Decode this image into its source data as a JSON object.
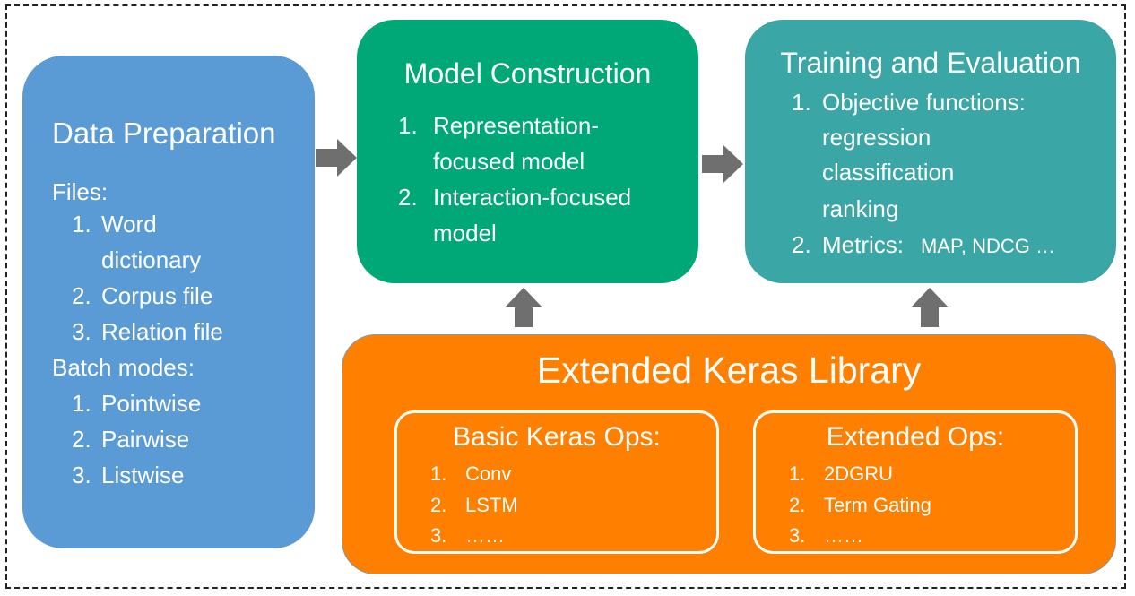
{
  "data_preparation": {
    "title": "Data Preparation",
    "files_label": "Files:",
    "files": [
      {
        "num": "1.",
        "lines": [
          "Word",
          "dictionary"
        ]
      },
      {
        "num": "2.",
        "lines": [
          "Corpus file"
        ]
      },
      {
        "num": "3.",
        "lines": [
          "Relation file"
        ]
      }
    ],
    "batch_label": "Batch modes:",
    "batch_modes": [
      {
        "num": "1.",
        "text": "Pointwise"
      },
      {
        "num": "2.",
        "text": "Pairwise"
      },
      {
        "num": "3.",
        "text": "Listwise"
      }
    ]
  },
  "model_construction": {
    "title": "Model Construction",
    "items": [
      {
        "num": "1.",
        "lines": [
          "Representation-",
          "focused model"
        ]
      },
      {
        "num": "2.",
        "lines": [
          "Interaction-focused",
          "model"
        ]
      }
    ]
  },
  "training_evaluation": {
    "title": "Training and Evaluation",
    "item1_num": "1.",
    "item1_label": "Objective functions:",
    "objectives": [
      "regression",
      "classification",
      "ranking"
    ],
    "item2_num": "2.",
    "item2_label": "Metrics:",
    "item2_values": "MAP, NDCG …"
  },
  "keras_library": {
    "title": "Extended Keras Library",
    "basic": {
      "title": "Basic Keras Ops:",
      "items": [
        {
          "num": "1.",
          "text": "Conv"
        },
        {
          "num": "2.",
          "text": "LSTM"
        },
        {
          "num": "3.",
          "text": "……"
        }
      ]
    },
    "extended": {
      "title": "Extended Ops:",
      "items": [
        {
          "num": "1.",
          "text": "2DGRU"
        },
        {
          "num": "2.",
          "text": "Term Gating"
        },
        {
          "num": "3.",
          "text": "……"
        }
      ]
    }
  },
  "colors": {
    "data_prep": "#5b9bd5",
    "model": "#00a878",
    "training": "#3aa6a6",
    "keras": "#ff7f00",
    "arrow": "#6f6f6f"
  }
}
